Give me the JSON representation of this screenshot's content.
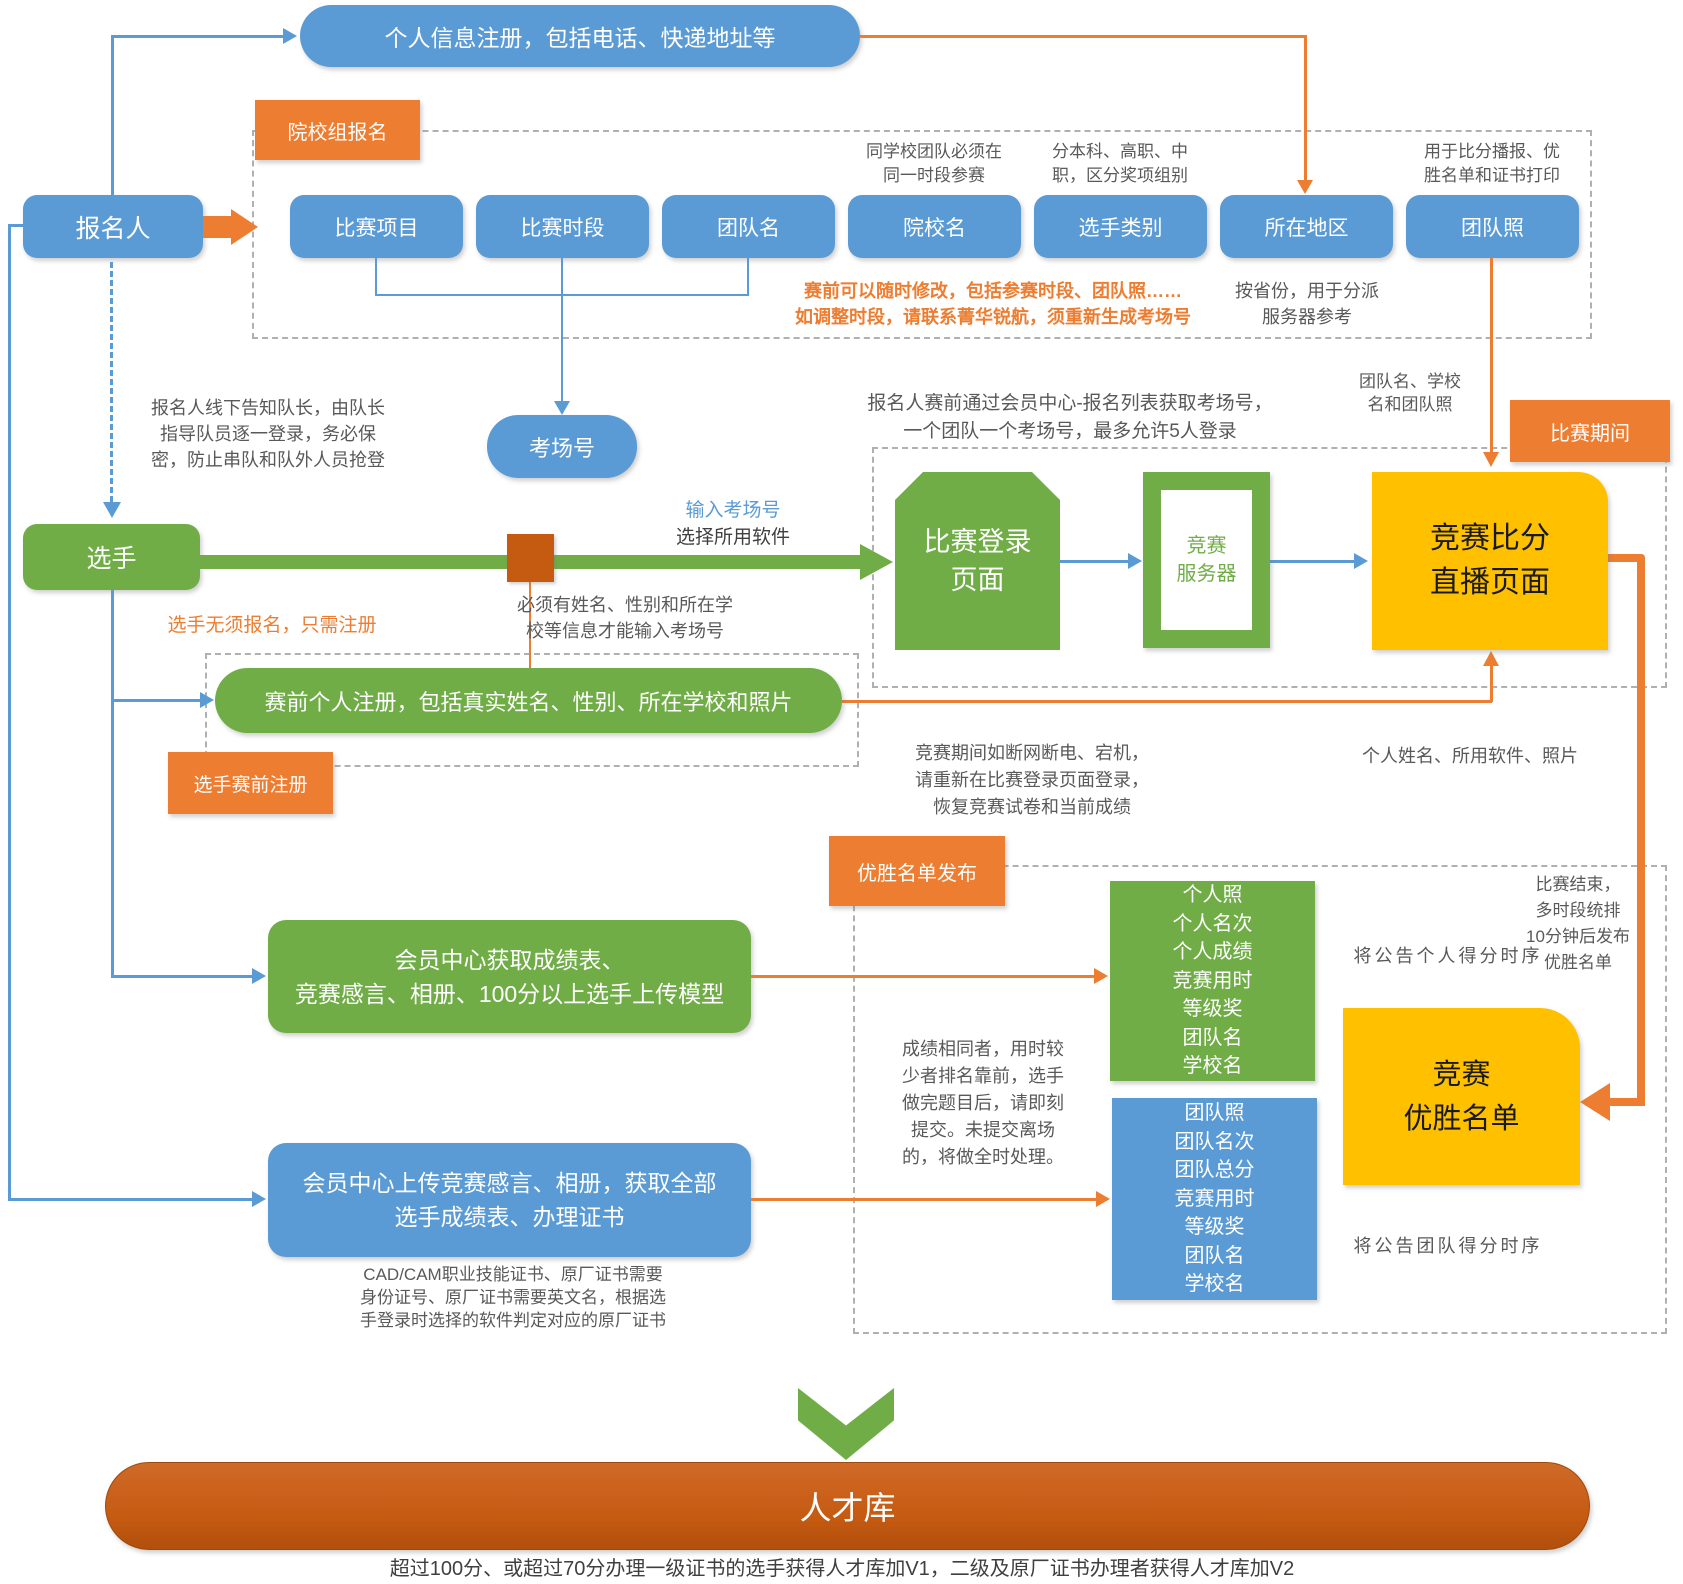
{
  "palette": {
    "blue": "#5B9BD5",
    "green": "#70AD47",
    "orange": "#ED7D31",
    "gold": "#FFC000",
    "dark_orange": "#C55A11",
    "gray_text": "#595959"
  },
  "nodes": {
    "personal_info": "个人信息注册，包括电话、快递地址等",
    "registrant": "报名人",
    "player": "选手",
    "fields": [
      "比赛项目",
      "比赛时段",
      "团队名",
      "院校名",
      "选手类别",
      "所在地区",
      "团队照"
    ],
    "exam_room": "考场号",
    "login_page": [
      "比赛登录",
      "页面"
    ],
    "server": [
      "竞赛",
      "服务器"
    ],
    "live_page": [
      "竞赛比分",
      "直播页面"
    ],
    "pre_reg": "赛前个人注册，包括真实姓名、性别、所在学校和照片",
    "member_get": [
      "会员中心获取成绩表、",
      "竞赛感言、相册、100分以上选手上传模型"
    ],
    "member_upload": [
      "会员中心上传竞赛感言、相册，获取全部",
      "选手成绩表、办理证书"
    ],
    "winners": [
      "竞赛",
      "优胜名单"
    ],
    "talent_pool": "人才库"
  },
  "labels": {
    "group_reg": "院校组报名",
    "pre_reg": "选手赛前注册",
    "during": "比赛期间",
    "winners_publish": "优胜名单发布"
  },
  "lists": {
    "personal": [
      "个人照",
      "个人名次",
      "个人成绩",
      "竞赛用时",
      "等级奖",
      "团队名",
      "学校名"
    ],
    "team": [
      "团队照",
      "团队名次",
      "团队总分",
      "竞赛用时",
      "等级奖",
      "团队名",
      "学校名"
    ]
  },
  "notes": {
    "same_school": [
      "同学校团队必须在",
      "同一时段参赛"
    ],
    "category": [
      "分本科、高职、中",
      "职，区分奖项组别"
    ],
    "team_photo_use": [
      "用于比分播报、优",
      "胜名单和证书打印"
    ],
    "modify": [
      "赛前可以随时修改，包括参赛时段、团队照……",
      "如调整时段，请联系菁华锐航，须重新生成考场号"
    ],
    "province": [
      "按省份，用于分派",
      "服务器参考"
    ],
    "offline": [
      "报名人线下告知队长，由队长",
      "指导队员逐一登录，务必保",
      "密，防止串队和队外人员抢登"
    ],
    "get_room": [
      "报名人赛前通过会员中心-报名列表获取考场号，",
      "一个团队一个考场号，最多允许5人登录"
    ],
    "team_school_photo": [
      "团队名、学校",
      "名和团队照"
    ],
    "enter_room": "输入考场号",
    "choose_software": "选择所用软件",
    "no_reg": "选手无须报名，只需注册",
    "must_info": [
      "必须有姓名、性别和所在学",
      "校等信息才能输入考场号"
    ],
    "disconnect": [
      "竞赛期间如断网断电、宕机，",
      "请重新在比赛登录页面登录，",
      "恢复竞赛试卷和当前成绩"
    ],
    "personal_info_items": "个人姓名、所用软件、照片",
    "personal_rank": "将公告个人得分时序",
    "team_rank": "将公告团队得分时序",
    "end_publish": [
      "比赛结束，",
      "多时段统排",
      "10分钟后发布",
      "优胜名单"
    ],
    "tie": [
      "成绩相同者，用时较",
      "少者排名靠前，选手",
      "做完题目后，请即刻",
      "提交。未提交离场",
      "的，将做全时处理。"
    ],
    "cert": [
      "CAD/CAM职业技能证书、原厂证书需要",
      "身份证号、原厂证书需要英文名，根据选",
      "手登录时选择的软件判定对应的原厂证书"
    ],
    "bottom": "超过100分、或超过70分办理一级证书的选手获得人才库加V1，二级及原厂证书办理者获得人才库加V2"
  }
}
